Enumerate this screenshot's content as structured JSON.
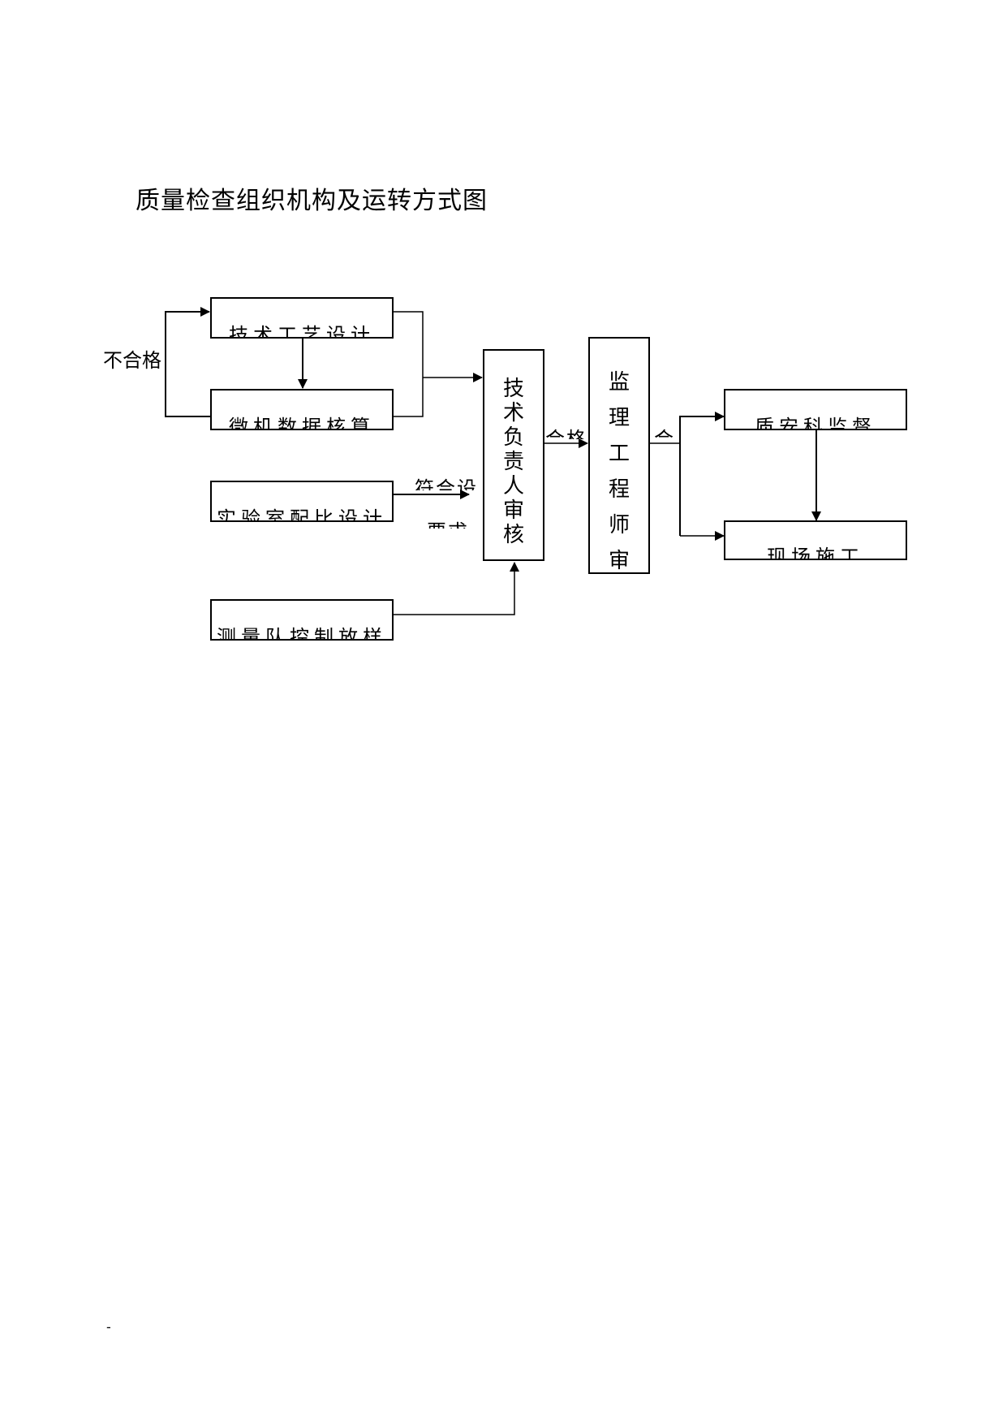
{
  "title": "质量检查组织机构及运转方式图",
  "nodes": {
    "tech_process_design": "技术工艺设计",
    "calc_data_check": "微机数据核算",
    "lab_mix_design": "实验室配比设计",
    "survey_stakeout": "测量队控制放样",
    "tech_lead_review": "技术负责人审核",
    "supervisor_review": "监理工程师审",
    "quality_dept": "质安科监督",
    "site_construction": "现场施工"
  },
  "edge_labels": {
    "unqualified": "不合格",
    "qualified_1": "合格",
    "qualified_2": "合",
    "meets_design_line1": "符合设",
    "meets_design_line2": "要求"
  },
  "footer": "-"
}
